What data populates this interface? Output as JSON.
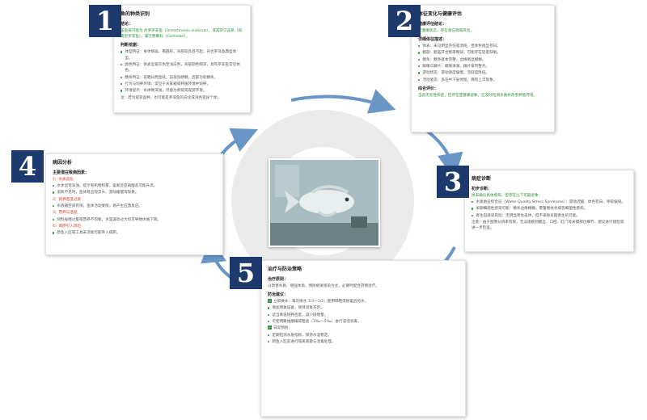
{
  "photo": {
    "alt_name": "tilapia-in-tank-photo"
  },
  "colors": {
    "badge": "#1e3a6d",
    "arrow": "#6a96c6",
    "ring": "#e9e9e9",
    "highlight_green": "#2f8f3a",
    "highlight_red": "#d23a2a"
  },
  "panels": [
    {
      "number": "1",
      "title": "鱼的种类识别",
      "sections": [
        {
          "label": "结论：",
          "lines": [
            {
              "text": "该鱼很可能为 尼罗罗非鱼（Oreochromis niloticus），或其杂交品系（如奥尼罗非鱼），属于慈鲷科（Cichlidae）。",
              "style": "hl"
            }
          ]
        },
        {
          "label": "判断依据：",
          "lines": [
            {
              "text": "体型特征：身体侧扁、椭圆形，背部较高且弓起，符合罗非鱼典型体型。",
              "style": "bullet"
            },
            {
              "text": "颜色特征：体表呈银灰色至浅白色，背部颜色稍深，具有罗非鱼常见体色。",
              "style": "bullet"
            },
            {
              "text": "鳍条特征：背鳍长而连续，前部具硬棘，后部为软鳍条。",
              "style": "bullet"
            },
            {
              "text": "行为与饲养环境：常见于水族箱或养殖环境中饲养。",
              "style": "bullet"
            },
            {
              "text": "环境提示：水体略浑浊，可能为养殖或观赏环境。",
              "style": "bullet"
            }
          ]
        },
        {
          "label": "",
          "lines": [
            {
              "text": "注：若为观赏品种，也可能是罗非鱼的白化或浅色变异个体。",
              "style": "plain"
            }
          ]
        }
      ]
    },
    {
      "number": "2",
      "title": "体征变化与健康评估",
      "sections": [
        {
          "label": "健康评估结论：",
          "lines": [
            {
              "text": "亚健康状态，存在潜在疾病风险。",
              "style": "hl"
            }
          ]
        },
        {
          "label": "详细体征描述：",
          "lines": [
            {
              "text": "体表：未见明显外伤或溃疡，但体色稍显苍白。",
              "style": "bullet"
            },
            {
              "text": "鳃部：鳃盖开合频率略快，可能存在轻度缺氧。",
              "style": "bullet"
            },
            {
              "text": "鳍条：鳍条基本完整，边缘略显模糊。",
              "style": "bullet"
            },
            {
              "text": "眼睛与鳞片：眼球清澈，鳞片排列整齐。",
              "style": "bullet"
            },
            {
              "text": "游动状态：游动速度偏慢，活跃度降低。",
              "style": "bullet"
            },
            {
              "text": "活动姿态：多在中下层停留，偶有上浮现象。",
              "style": "bullet"
            }
          ]
        },
        {
          "label": "综合评价：",
          "lines": [
            {
              "text": "当前无急性病症，但存在亚健康迹象，应及时检测水质并改善养殖环境。",
              "style": "hl"
            }
          ]
        }
      ]
    },
    {
      "number": "3",
      "title": "病症诊断",
      "sections": [
        {
          "label": "初步诊断：",
          "lines": [
            {
              "text": "尚未确诊具体疾病，但存在以下可疑迹象：",
              "style": "hl"
            },
            {
              "text": "水质胁迫综合征（Water Quality Stress Syndrome）：游动迟缓、体色苍白、呼吸偏快。",
              "style": "bullet"
            },
            {
              "text": "早期细菌性感染可能：鳍条边缘模糊，需警惕柱状病等细菌性疾病。",
              "style": "bullet"
            },
            {
              "text": "寄生虫感染风险：无明显寄生虫体，但不排除早期寄生的可能。",
              "style": "bullet"
            }
          ]
        },
        {
          "label": "",
          "lines": [
            {
              "text": "注意：由于图像分辨率有限，无法观察到鳃丝、口腔、肛门等关键部位细节，建议进行镜检或进一步检查。",
              "style": "plain"
            }
          ]
        }
      ]
    },
    {
      "number": "4",
      "title": "病因分析",
      "sections": [
        {
          "label": "主要潜在致病因素：",
          "lines": [
            {
              "text": "1）水质恶化",
              "style": "red"
            },
            {
              "text": "水体呈现浑浊，提示有机物积累，氨氮及亚硝酸盐可能升高。",
              "style": "bullet"
            },
            {
              "text": "溶氧不足时，鱼体易出现浮头、游动缓慢等现象。",
              "style": "bullet"
            },
            {
              "text": "2）饲养密度过高",
              "style": "red"
            },
            {
              "text": "水族箱空间有限，鱼体活动受限，易产生应激反应。",
              "style": "bullet"
            },
            {
              "text": "3）营养与温度",
              "style": "red"
            },
            {
              "text": "饲料投喂过量或营养不均衡，水温波动过大均可导致体质下降。",
              "style": "bullet"
            },
            {
              "text": "4）病原引入风险",
              "style": "red"
            },
            {
              "text": "新鱼入缸或工具未消毒可能带入病原。",
              "style": "bullet"
            }
          ]
        }
      ]
    },
    {
      "number": "5",
      "title": "治疗与防治策略",
      "sections": [
        {
          "label": "治疗原则：",
          "lines": [
            {
              "text": "以改善水质、增强体质、预防继发感染为主，必要时配合药物治疗。",
              "style": "plain"
            }
          ]
        },
        {
          "label": "防治建议：",
          "lines": [
            {
              "text": "立即换水：每次换水 1/3～1/2，使用晾晒或除氯后的水。",
              "style": "check"
            },
            {
              "text": "增加增氧设备，保持溶氧充足。",
              "style": "bullet"
            },
            {
              "text": "适当降低饲养密度，减少投喂量。",
              "style": "bullet"
            },
            {
              "text": "可使用聚维酮碘或粗盐（3‰～5‰）进行浸泡消毒。",
              "style": "bullet"
            },
            {
              "text": "日常预防：",
              "style": "check"
            },
            {
              "text": "定期检测水质指标，保持水温稳定。",
              "style": "bullet"
            },
            {
              "text": "新鱼入缸前进行隔离观察与消毒处理。",
              "style": "bullet"
            }
          ]
        }
      ]
    }
  ]
}
